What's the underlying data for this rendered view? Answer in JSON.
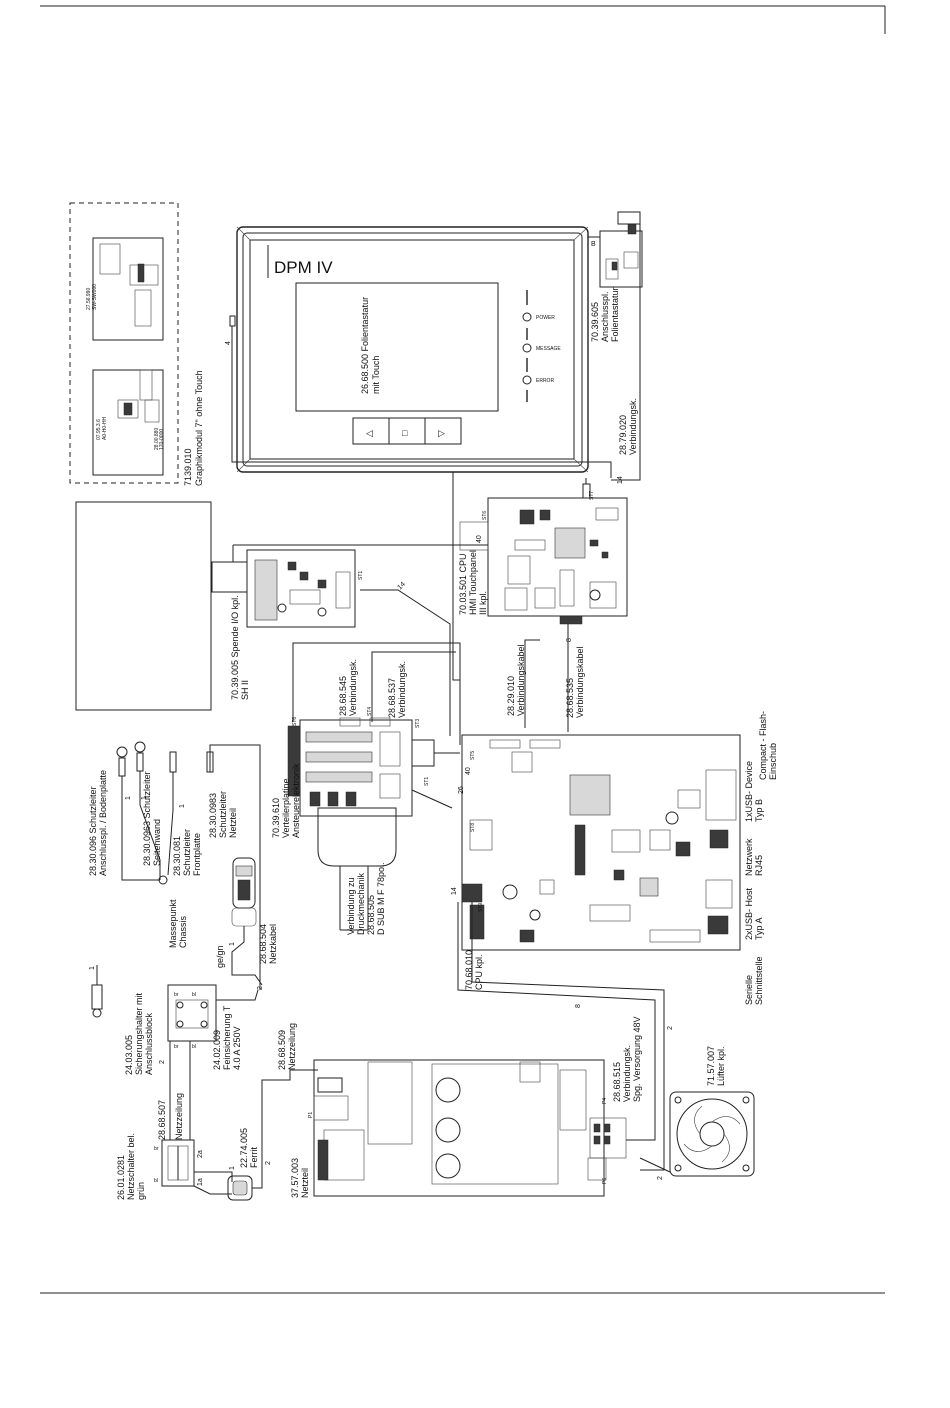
{
  "display": {
    "brand": "DPM IV",
    "screen_label": [
      "26.68.500 Folientastatur",
      "mit Touch"
    ],
    "leds": [
      "POWER",
      "MESSAGE",
      "ERROR"
    ],
    "buttons": [
      "◁",
      "□",
      "▷"
    ]
  },
  "labels": {
    "graphikmodul": [
      "7139.010",
      "Graphikmodul 7\" ohne Touch"
    ],
    "anschlussplatte": [
      "70.39.605",
      "Anschlusspl.",
      "Folientastatur"
    ],
    "verbindungsk_top": [
      "28.79.020",
      "Verbindungsk."
    ],
    "cpu_hmi": [
      "70.03.501 CPU",
      "HMI Touchpanel",
      "III kpl."
    ],
    "spende_io": [
      "70.39.005 Spende I/O kpl.",
      "SH II"
    ],
    "verbindungsk_545": [
      "28.68.545",
      "Verbindungsk."
    ],
    "verbindungsk_537": [
      "28.68.537",
      "Verbindungsk."
    ],
    "verbindungskabel_010": [
      "28.29.010",
      "Verbindungskabel"
    ],
    "verbindungskabel_535": [
      "28.68.535",
      "Verbindungskabel"
    ],
    "verteilerplatine": [
      "70.39.610",
      "Verteilerplatine",
      "Ansteuerelektronik"
    ],
    "druckmechanik": [
      "Verbindung zu",
      "Druckmechanik",
      "28.68.505",
      "D SUB M F 78pol."
    ],
    "cpu_main": [
      "70.68.010",
      "CPU kpl."
    ],
    "compact_flash": [
      "Compact - Flash-",
      "Einschub"
    ],
    "usb_device": [
      "1xUSB- Device",
      "Typ B"
    ],
    "netzwerk": [
      "Netzwerk",
      "RJ45"
    ],
    "usb_host": [
      "2xUSB- Host",
      "Typ A"
    ],
    "seriell": [
      "Serielle",
      "Schnittstelle"
    ],
    "schutzleiter_096": [
      "28.30.096 Schutzleiter",
      "Anschlusspl. / Bodenplatte"
    ],
    "schutzleiter_0963": [
      "28.30.0963 Schutzleiter",
      "Seitenwand"
    ],
    "schutzleiter_081": [
      "28.30.081",
      "Schutzleiter",
      "Frontplatte"
    ],
    "schutzleiter_0983": [
      "28.30.0983",
      "Schutzleiter",
      "Netzteil"
    ],
    "massepunkt": [
      "Massepunkt",
      "Chassis"
    ],
    "netzkabel": [
      "28.68.504",
      "Netzkabel"
    ],
    "ge_gn": "ge/gn",
    "sicherungshalter": [
      "24.03.005",
      "Sicherungshalter mit",
      "Anschlussblock"
    ],
    "feinsicherung": [
      "24.02.009",
      "Feinsicherung T",
      "4.0 A 250V"
    ],
    "netzzeilung_509": [
      "28.68.509",
      "Netzzeilung"
    ],
    "netzzeilung_507": [
      "28.68.507",
      "Netzzeilung"
    ],
    "netzschalter": [
      "26.01.0281",
      "Netzschalter bel.",
      "grün"
    ],
    "ferrit": [
      "22.74.005",
      "Ferrit"
    ],
    "netzteil": [
      "37.57.003",
      "Netzteil"
    ],
    "versorgung": [
      "28.68.515",
      "Verbindungsk.",
      "Spg. Versorgung 48V"
    ],
    "luefter": [
      "71.57.007",
      "Lüfter kpl."
    ]
  },
  "wire_counts": [
    "4",
    "14",
    "14",
    "8",
    "40",
    "26",
    "40",
    "8",
    "14",
    "2",
    "2",
    "2",
    "1",
    "1",
    "1",
    "1",
    "1",
    "1",
    "2",
    "2"
  ],
  "pins": [
    "ST1",
    "ST3",
    "ST4",
    "ST5",
    "ST6",
    "ST7",
    "ST8",
    "ST9",
    "ST1",
    "P1",
    "P4",
    "P6",
    "bl",
    "br",
    "bl",
    "br",
    "2a",
    "1a",
    "B"
  ]
}
